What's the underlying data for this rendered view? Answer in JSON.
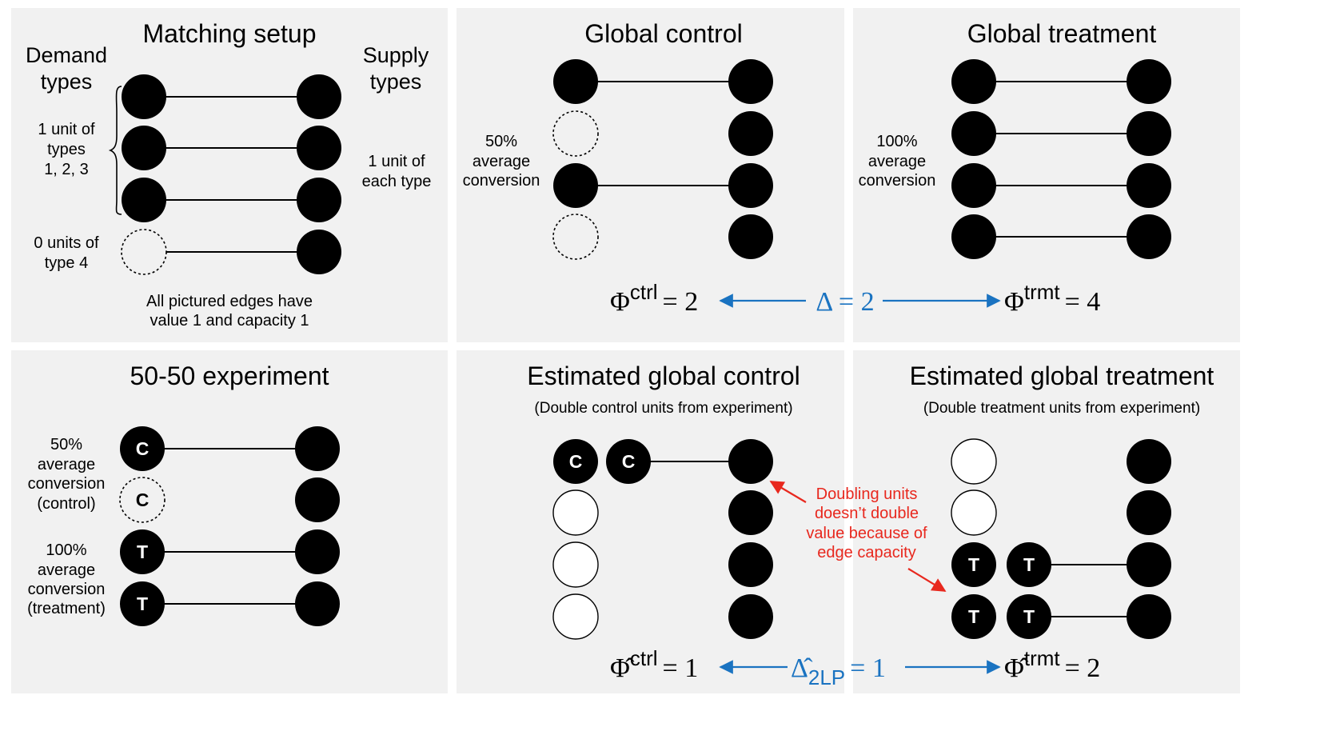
{
  "panels": {
    "matching_setup": {
      "title": "Matching setup",
      "demand_label": [
        "Demand",
        "types"
      ],
      "supply_label": [
        "Supply",
        "types"
      ],
      "demand_note": [
        "1 unit of",
        "types",
        "1, 2, 3"
      ],
      "zero_note": [
        "0 units of",
        "type 4"
      ],
      "supply_note": [
        "1 unit of",
        "each type"
      ],
      "footer": [
        "All pictured edges have",
        "value 1 and capacity 1"
      ]
    },
    "global_control": {
      "title": "Global control",
      "note": [
        "50%",
        "average",
        "conversion"
      ],
      "phi_label": "Φ",
      "phi_sup": "ctrl",
      "phi_value": "= 2"
    },
    "global_treatment": {
      "title": "Global treatment",
      "note": [
        "100%",
        "average",
        "conversion"
      ],
      "phi_label": "Φ",
      "phi_sup": "trmt",
      "phi_value": "= 4"
    },
    "delta": {
      "text": "Δ = 2"
    },
    "experiment": {
      "title": "50-50 experiment",
      "control_note": [
        "50%",
        "average",
        "conversion",
        "(control)"
      ],
      "treatment_note": [
        "100%",
        "average",
        "conversion",
        "(treatment)"
      ],
      "control_mark": "C",
      "treatment_mark": "T"
    },
    "est_control": {
      "title": "Estimated global control",
      "subtitle": "(Double control units from experiment)",
      "phi_label": "Φ̂",
      "phi_sup": "ctrl",
      "phi_value": "= 1"
    },
    "est_treatment": {
      "title": "Estimated global treatment",
      "subtitle": "(Double treatment units from experiment)",
      "phi_label": "Φ̂",
      "phi_sup": "trmt",
      "phi_value": "= 2"
    },
    "delta_hat": {
      "symbol": "Δ̂",
      "sub": "2LP",
      "value": "= 1"
    },
    "annotation": [
      "Doubling units",
      "doesn’t double",
      "value because of",
      "edge capacity"
    ]
  },
  "colors": {
    "panel_bg": "#f1f1f1",
    "accent_blue": "#1a73c1",
    "accent_red": "#e8281e",
    "node": "#000000"
  }
}
